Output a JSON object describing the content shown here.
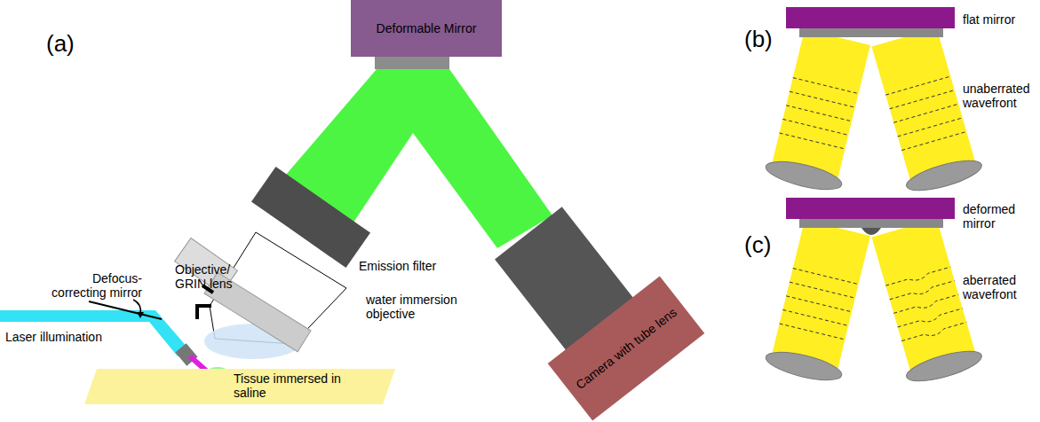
{
  "diagram": {
    "nodes": [
      {
        "text": [
          "Deformable Mirror"
        ]
      },
      {
        "text": [
          "Camera with tube lens"
        ]
      },
      {
        "text": [
          "Tissue immersed in saline"
        ]
      }
    ],
    "labels": [
      "(a)",
      "(b)",
      "(c)",
      "Objective/ GRIN lens",
      "Defocus- correcting mirror",
      "Laser illumination",
      "water immersion objective",
      "Emission filter",
      "flat mirror",
      "unaberrated wavefront",
      "deformed mirror",
      "aberrated wavefront"
    ]
  }
}
